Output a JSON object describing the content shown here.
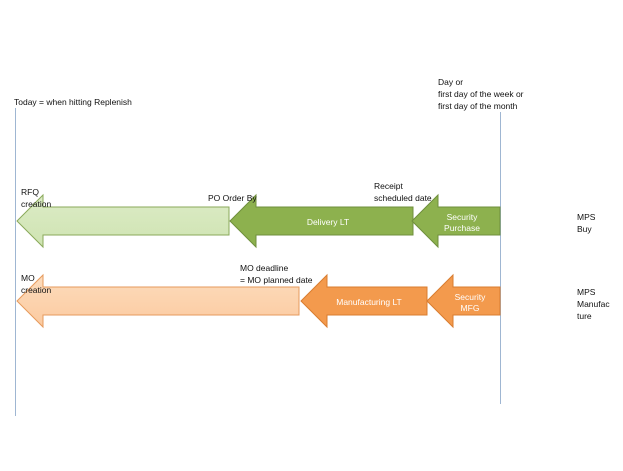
{
  "labels": {
    "today": "Today = when hitting Replenish",
    "day_line1": "Day or",
    "day_line2": "first day of the week or",
    "day_line3": "first day of the month",
    "rfq_line1": "RFQ",
    "rfq_line2": "creation",
    "po_order_by": "PO Order By",
    "receipt_line1": "Receipt",
    "receipt_line2": "scheduled date",
    "mps_buy_line1": "MPS",
    "mps_buy_line2": "Buy",
    "mo_line1": "MO",
    "mo_line2": "creation",
    "mo_deadline_line1": "MO deadline",
    "mo_deadline_line2": "= MO planned date",
    "mps_manuf_line1": "MPS",
    "mps_manuf_line2": "Manufac",
    "mps_manuf_line3": "ture"
  },
  "arrows": {
    "security_purchase_line1": "Security",
    "security_purchase_line2": "Purchase",
    "delivery_lt": "Delivery LT",
    "security_mfg_line1": "Security",
    "security_mfg_line2": "MFG",
    "manufacturing_lt": "Manufacturing LT"
  },
  "colors": {
    "green_dark": "#8db14e",
    "green_light": "#d3e7b8",
    "green_border": "#6f8f3c",
    "orange_dark": "#f39a4d",
    "orange_light": "#fcd3ad",
    "orange_border": "#d97c2f",
    "timeline": "#9fb6d2"
  }
}
